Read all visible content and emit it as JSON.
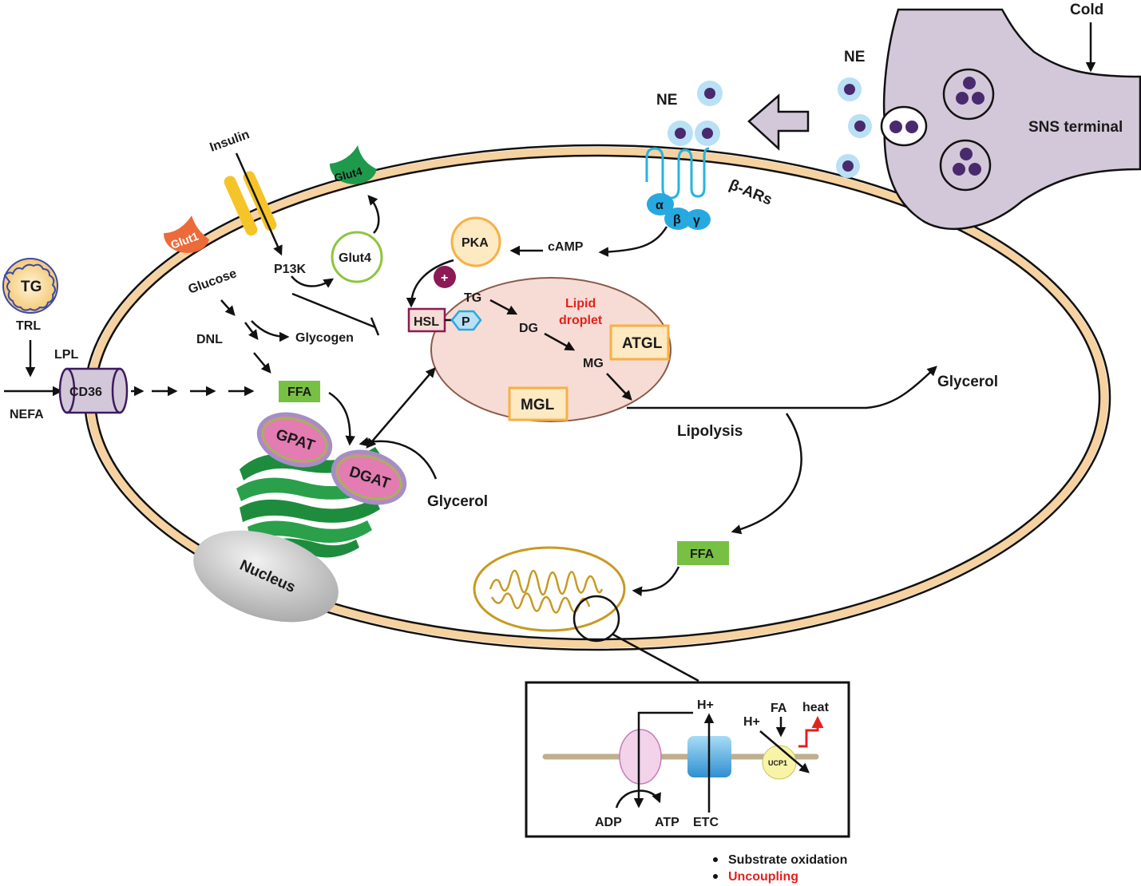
{
  "labels": {
    "cold": "Cold",
    "ne_top": "NE",
    "ne_left": "NE",
    "sns_terminal": "SNS terminal",
    "beta_ars": "β-ARs",
    "alpha": "α",
    "beta": "β",
    "gamma": "γ",
    "insulin": "Insulin",
    "glut4_membrane": "Glut4",
    "glut1": "Glut1",
    "glut4_vesicle": "Glut4",
    "p13k": "P13K",
    "glucose": "Glucose",
    "dnl": "DNL",
    "glycogen": "Glycogen",
    "ffa_top": "FFA",
    "tg_particle": "TG",
    "trl": "TRL",
    "lpl": "LPL",
    "cd36": "CD36",
    "nefa": "NEFA",
    "pka": "PKA",
    "plus": "+",
    "camp": "cAMP",
    "hsl": "HSL",
    "p": "P",
    "tg_droplet": "TG",
    "dg": "DG",
    "mg": "MG",
    "lipid_droplet_1": "Lipid",
    "lipid_droplet_2": "droplet",
    "atgl": "ATGL",
    "mgl": "MGL",
    "glycerol_out": "Glycerol",
    "lipolysis": "Lipolysis",
    "gpat": "GPAT",
    "dgat": "DGAT",
    "glycerol_in": "Glycerol",
    "nucleus": "Nucleus",
    "ffa_bottom": "FFA",
    "h_plus_1": "H+",
    "h_plus_2": "H+",
    "fa": "FA",
    "heat": "heat",
    "ucp1": "UCP1",
    "adp": "ADP",
    "atp": "ATP",
    "etc": "ETC",
    "legend_substrate": "Substrate oxidation",
    "legend_uncoupling": "Uncoupling"
  },
  "colors": {
    "cell_membrane": "#f6d2a0",
    "sns_fill": "#d3c8d9",
    "ne_vesicle": "#b9e0f5",
    "ne_core": "#4a2a6e",
    "glut1": "#ec6b3a",
    "glut4": "#1f9a4d",
    "insulin_receptor": "#f5c428",
    "lipid_droplet": "#f7dcd6",
    "ffa_box": "#78c043",
    "enzyme_box_border": "#f7b046",
    "enzyme_pink": "#e37cb2",
    "er_green": "#1e8c3d",
    "mitochondria": "#c79a22",
    "red_text": "#e3211c"
  }
}
